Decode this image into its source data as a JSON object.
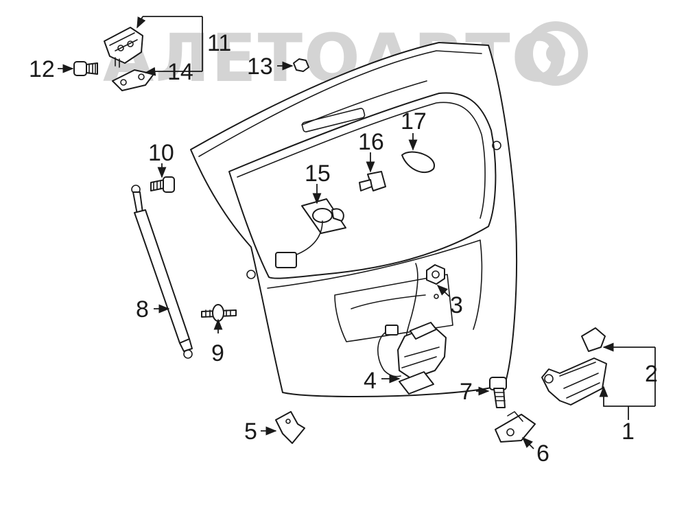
{
  "watermark": {
    "text": "АЛЕТОАВТО"
  },
  "callouts": [
    {
      "id": "c1",
      "label": "1"
    },
    {
      "id": "c2",
      "label": "2"
    },
    {
      "id": "c3",
      "label": "3"
    },
    {
      "id": "c4",
      "label": "4"
    },
    {
      "id": "c5",
      "label": "5"
    },
    {
      "id": "c6",
      "label": "6"
    },
    {
      "id": "c7",
      "label": "7"
    },
    {
      "id": "c8",
      "label": "8"
    },
    {
      "id": "c9",
      "label": "9"
    },
    {
      "id": "c10",
      "label": "10"
    },
    {
      "id": "c11",
      "label": "11"
    },
    {
      "id": "c12",
      "label": "12"
    },
    {
      "id": "c13",
      "label": "13"
    },
    {
      "id": "c14",
      "label": "14"
    },
    {
      "id": "c15",
      "label": "15"
    },
    {
      "id": "c16",
      "label": "16"
    },
    {
      "id": "c17",
      "label": "17"
    }
  ]
}
